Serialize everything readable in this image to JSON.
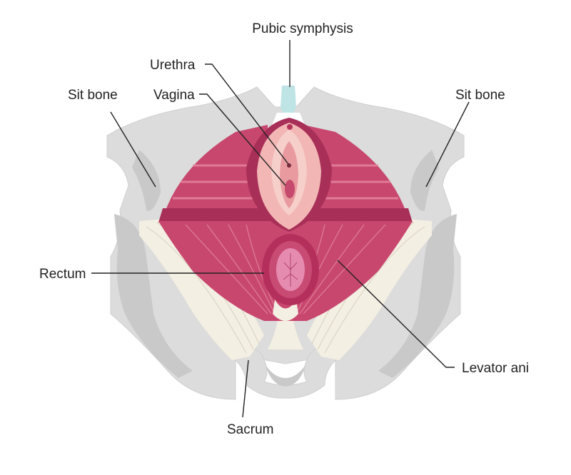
{
  "labels": {
    "pubic_symphysis": "Pubic symphysis",
    "urethra": "Urethra",
    "vagina": "Vagina",
    "sit_bone_left": "Sit bone",
    "sit_bone_right": "Sit bone",
    "rectum": "Rectum",
    "levator_ani": "Levator ani",
    "sacrum": "Sacrum"
  },
  "colors": {
    "bone": "#dcdcdc",
    "bone_shadow": "#c9c9c9",
    "muscle": "#c8476f",
    "muscle_light": "#d9728f",
    "muscle_dark": "#a82f58",
    "ligament": "#f4efe3",
    "vulva": "#f2b7b5",
    "cartilage": "#bfe4e6",
    "line": "#222222"
  }
}
